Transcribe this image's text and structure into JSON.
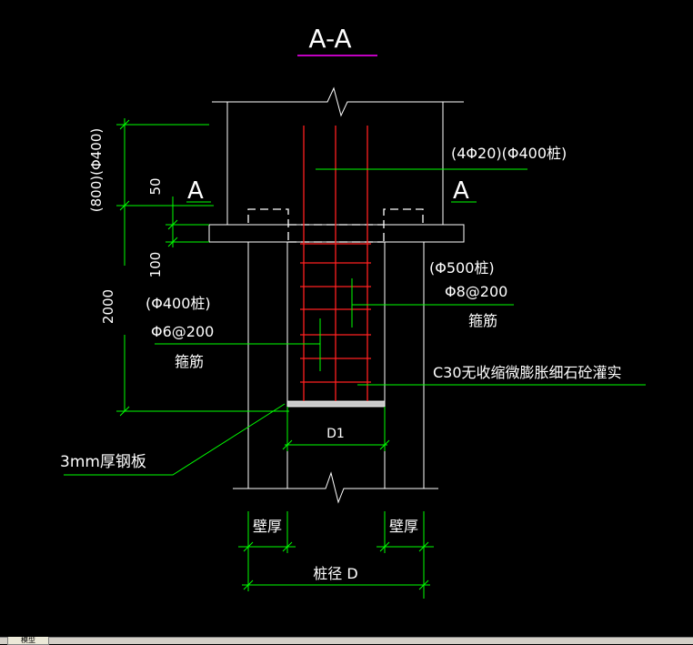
{
  "section_title": "A-A",
  "section_mark_left": "A",
  "section_mark_right": "A",
  "labels": {
    "rebar_main": "(4Φ20)(Φ400桩)",
    "pile_500": "(Φ500桩)",
    "stirrup_8": "Φ8@200",
    "stirrup_label_right": "箍筋",
    "pile_400": "(Φ400桩)",
    "stirrup_6": "Φ6@200",
    "stirrup_label_left": "箍筋",
    "concrete_fill": "C30无收缩微膨胀细石砼灌实",
    "steel_plate": "3mm厚钢板",
    "d1": "D1",
    "wall_left": "壁厚",
    "wall_right": "壁厚",
    "pile_diameter": "桩径 D"
  },
  "dimensions": {
    "anchor_length": "(800)(Φ400)",
    "d50": "50",
    "d100": "100",
    "d2000": "2000"
  },
  "colors": {
    "background": "#000000",
    "outline": "#ffffff",
    "dimension": "#00ff00",
    "rebar": "#ff2020",
    "title_underline": "#ff00ff",
    "plate": "#c8c8c8"
  },
  "tab_label": "模型"
}
